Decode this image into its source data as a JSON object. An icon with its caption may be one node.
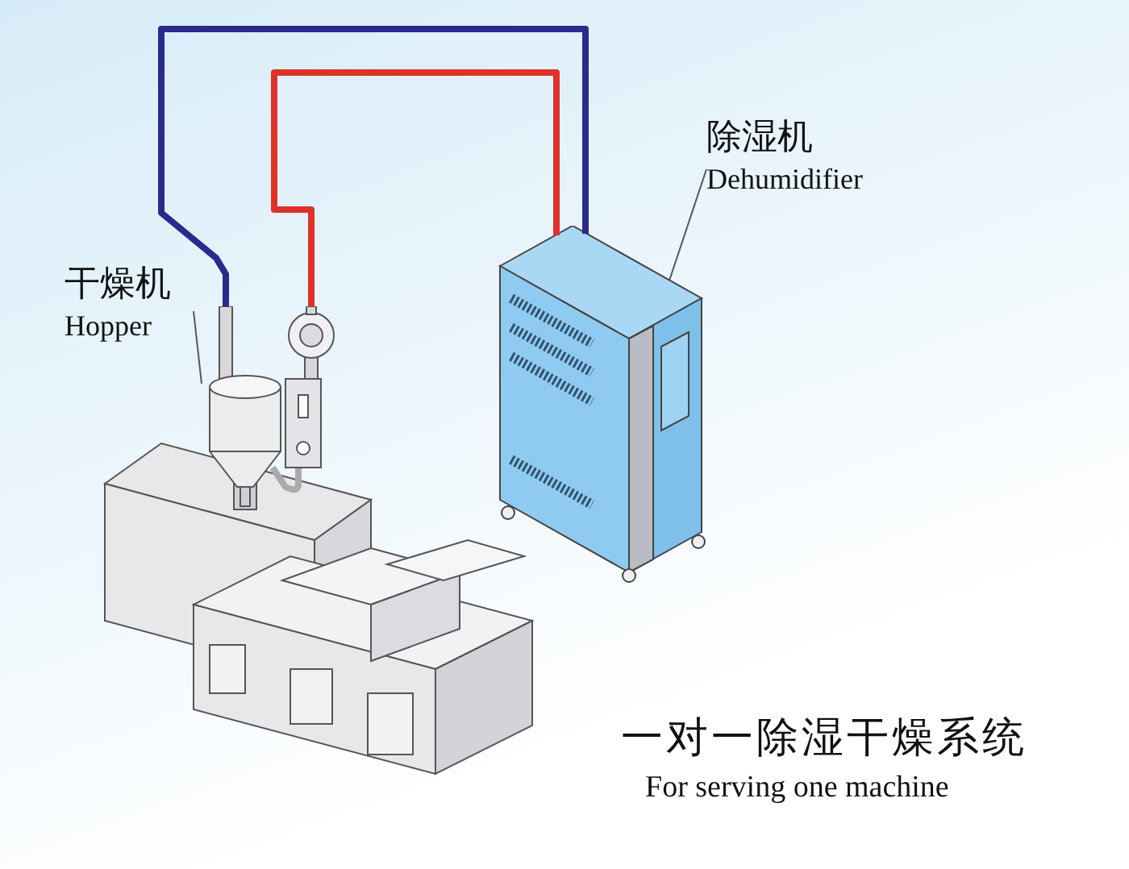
{
  "diagram": {
    "title": "一对一除湿干燥系统",
    "caption": "For serving one machine",
    "nodes": [
      {
        "text": [
          "干燥机",
          "Hopper"
        ]
      },
      {
        "text": [],
        "shape": "picture"
      },
      {
        "text": [
          "除湿机",
          "Dehumidifier"
        ]
      },
      {
        "text": [],
        "shape": "picture"
      }
    ],
    "edges": [
      {
        "from": 0,
        "to": 1,
        "arrow": "none"
      },
      {
        "from": 2,
        "to": 3,
        "arrow": "none"
      },
      {
        "from": 3,
        "to": 1,
        "arrow": "none",
        "style": "thick",
        "color": "#2b2a8c"
      },
      {
        "from": 3,
        "to": 1,
        "arrow": "none",
        "style": "thick",
        "color": "#e0302a"
      }
    ]
  }
}
